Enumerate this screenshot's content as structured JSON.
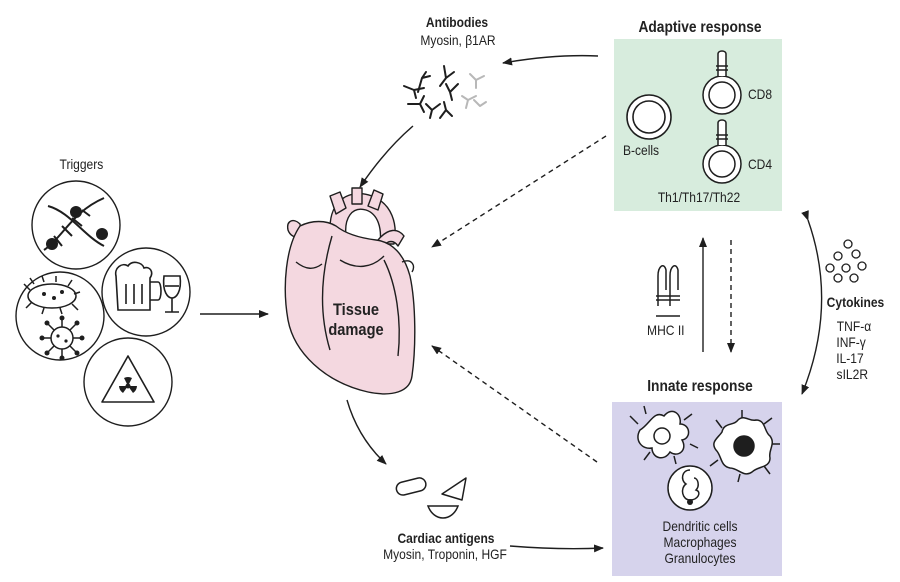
{
  "colors": {
    "adaptive_bg": "#d7ecdd",
    "innate_bg": "#d6d3ec",
    "heart_fill": "#f4d8e0",
    "stroke": "#1e1e1e",
    "antibody_light": "#b8b8b8"
  },
  "labels": {
    "antibodies_title": "Antibodies",
    "antibodies_sub": "Myosin, β1AR",
    "adaptive_title": "Adaptive response",
    "b_cells": "B-cells",
    "cd8": "CD8",
    "cd4": "CD4",
    "th": "Th1/Th17/Th22",
    "triggers": "Triggers",
    "tissue_line1": "Tissue",
    "tissue_line2": "damage",
    "mhc": "MHC II",
    "cytokines_title": "Cytokines",
    "cytokines": [
      "TNF-α",
      "INF-γ",
      "IL-17",
      "sIL2R"
    ],
    "innate_title": "Innate response",
    "innate_items": [
      "Dendritic cells",
      "Macrophages",
      "Granulocytes"
    ],
    "cardiac_title": "Cardiac antigens",
    "cardiac_sub": "Myosin, Troponin, HGF"
  },
  "icons": [
    "dna-icon",
    "beer-mug-icon",
    "wine-glass-icon",
    "bacteria-icon",
    "virus-icon",
    "radiation-icon",
    "heart-icon",
    "antibody-icon",
    "b-cell-icon",
    "t-cell-icon",
    "dendritic-cell-icon",
    "macrophage-icon",
    "granulocyte-icon",
    "mhc-receptor-icon",
    "cytokine-dots-icon",
    "antigen-fragments-icon"
  ]
}
